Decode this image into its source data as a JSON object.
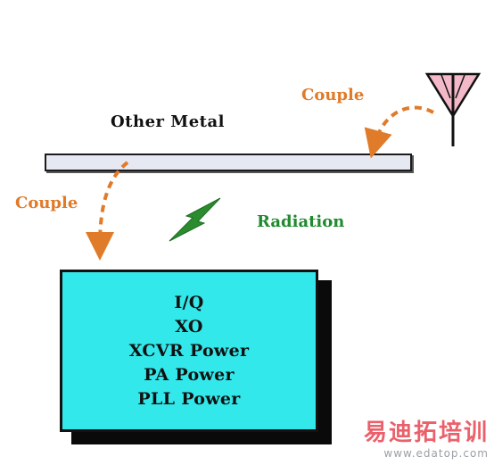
{
  "labels": {
    "metal": "Other Metal",
    "couple_right": "Couple",
    "couple_left": "Couple",
    "radiation": "Radiation"
  },
  "chip": {
    "lines": [
      "I/Q",
      "XO",
      "XCVR Power",
      "PA Power",
      "PLL Power"
    ]
  },
  "watermark": {
    "cn": "易迪拓培训",
    "url": "www.edatop.com"
  },
  "colors": {
    "couple": "#e07b2a",
    "radiation": "#1f8a2e",
    "chip_fill": "#33e8ea",
    "metal_fill": "#e6e8f2",
    "antenna_fill": "#f3b9c8"
  },
  "icons": [
    "antenna-icon",
    "lightning-bolt-icon"
  ]
}
